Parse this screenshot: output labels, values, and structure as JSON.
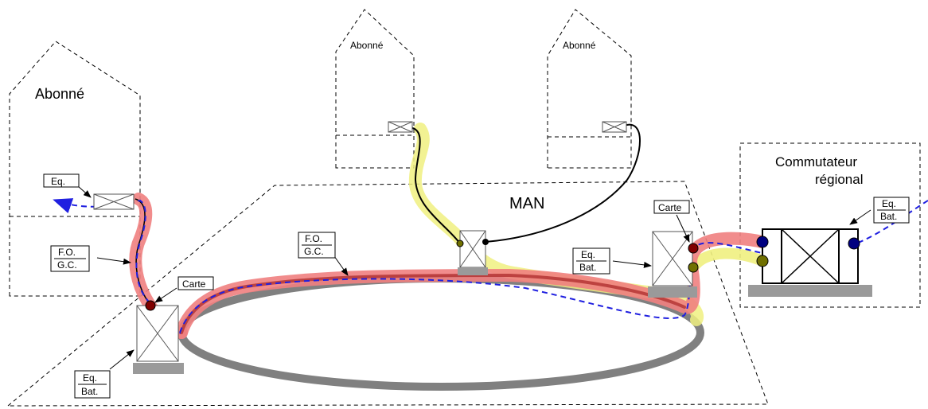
{
  "labels": {
    "abonne_left": "Abonné",
    "abonne_mid1": "Abonné",
    "abonne_mid2": "Abonné",
    "man": "MAN",
    "commutateur_line1": "Commutateur",
    "commutateur_line2": "régional",
    "carte_left": "Carte",
    "carte_right": "Carte"
  },
  "stacked_labels": {
    "eq_left": [
      "Eq."
    ],
    "fo_gc_left": [
      "F.O.",
      "G.C."
    ],
    "fo_gc_mid": [
      "F.O.",
      "G.C."
    ],
    "eq_bat_bottom": [
      "Eq.",
      "Bat."
    ],
    "eq_bat_mid": [
      "Eq.",
      "Bat."
    ],
    "eq_bat_right": [
      "Eq.",
      "Bat."
    ]
  },
  "colors": {
    "ring": "#808080",
    "fiber_red": "#f08080",
    "fiber_red_core": "#b03030",
    "fiber_yellow": "#f0f080",
    "dashed_blue": "#2020e0",
    "black_line": "#000000",
    "base": "#9a9a9a",
    "node_red": "#800000",
    "node_olive": "#707000",
    "node_blue": "#000080"
  }
}
